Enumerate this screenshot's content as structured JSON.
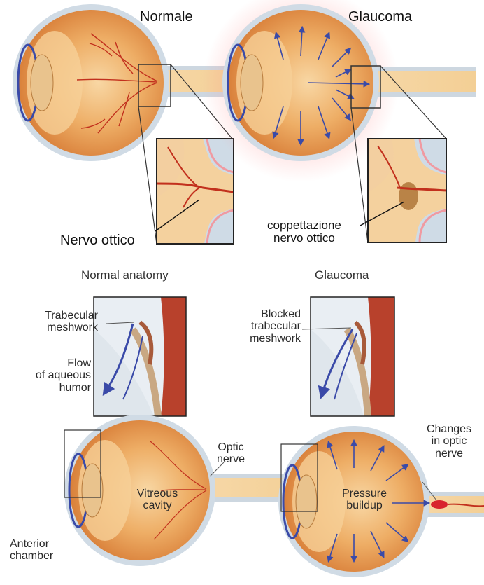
{
  "top": {
    "normal_title": "Normale",
    "glaucoma_title": "Glaucoma",
    "optic_nerve_label": "Nervo ottico",
    "cupping_label_line1": "coppettazione",
    "cupping_label_line2": "nervo ottico"
  },
  "bottom": {
    "normal_header": "Normal anatomy",
    "glaucoma_header": "Glaucoma",
    "trabecular_line1": "Trabecular",
    "trabecular_line2": "meshwork",
    "flow_line1": "Flow",
    "flow_line2": "of aqueous",
    "flow_line3": "humor",
    "blocked_line1": "Blocked",
    "blocked_line2": "trabecular",
    "blocked_line3": "meshwork",
    "optic_line1": "Optic",
    "optic_line2": "nerve",
    "vitreous_line1": "Vitreous",
    "vitreous_line2": "cavity",
    "anterior_line1": "Anterior",
    "anterior_line2": "chamber",
    "pressure_line1": "Pressure",
    "pressure_line2": "buildup",
    "changes_line1": "Changes",
    "changes_line2": "in optic",
    "changes_line3": "nerve"
  },
  "colors": {
    "eye_orange": "#e59a4e",
    "eye_light": "#f6d29c",
    "vessel_red": "#c2301d",
    "arrow_blue": "#3a4aa8",
    "sclera_blue": "#c9d3dc"
  }
}
